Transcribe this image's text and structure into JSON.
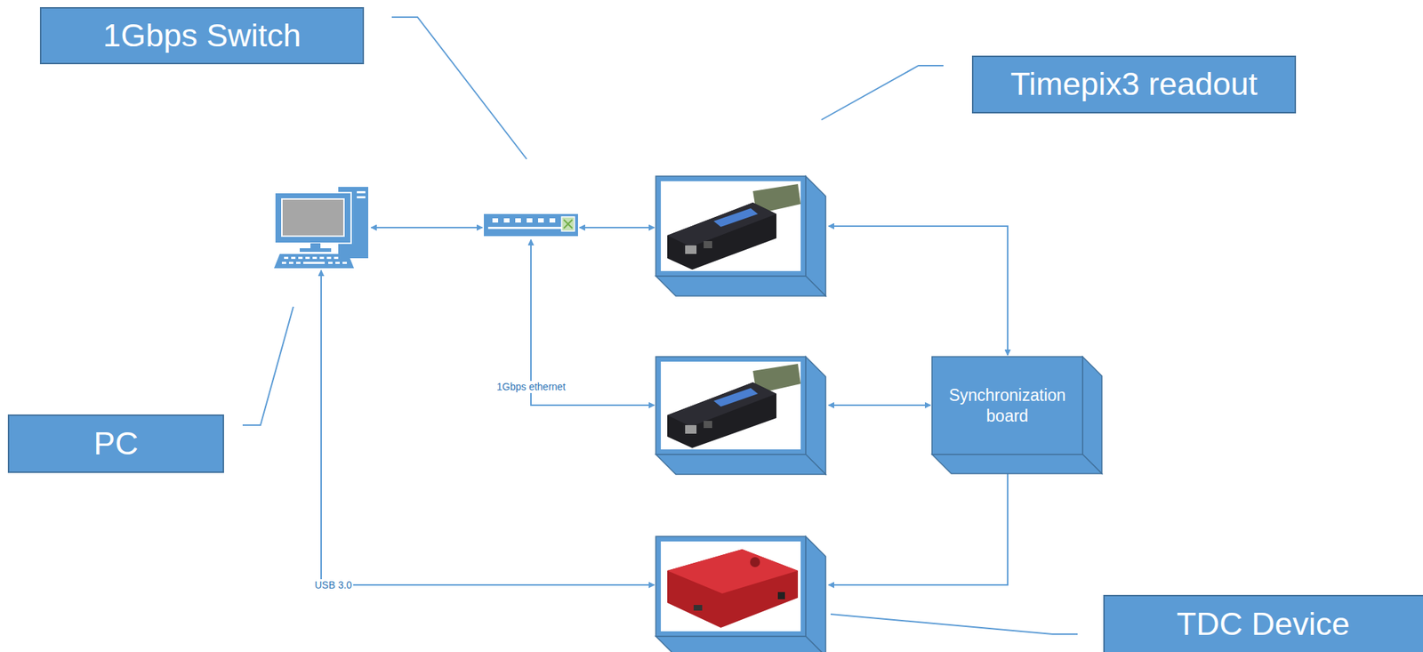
{
  "diagram": {
    "nodes": [
      {
        "text": [
          "1Gbps Switch"
        ]
      },
      {
        "text": [
          "Timepix3 readout"
        ]
      },
      {
        "text": [
          "Synchronization board"
        ]
      },
      {
        "text": [
          "PC"
        ]
      },
      {
        "text": [
          "TDC Device"
        ]
      }
    ],
    "labels": [
      "1Gbps ethernet",
      "USB 3.0"
    ]
  }
}
